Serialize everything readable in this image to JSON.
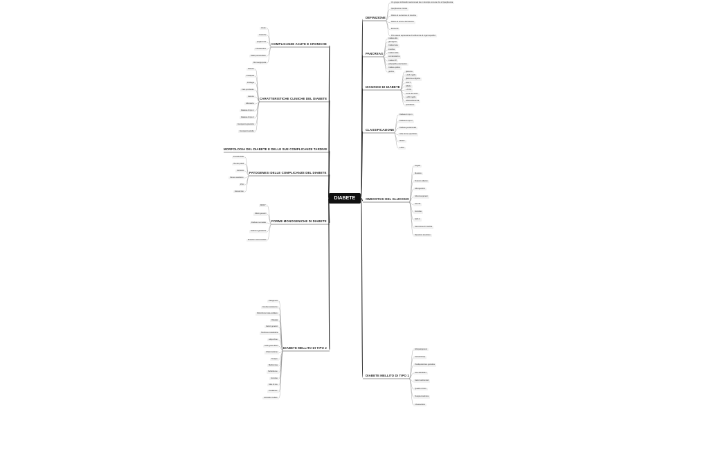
{
  "central": "DIABETE",
  "branches": {
    "right": [
      {
        "label": "DEFINIZIONE",
        "leaves": [
          "Un gruppo di disordini accomunati da un fenotipo comune che è l'iperglicemia",
          "Iperglicemia cronica",
          "Difetto di secrezione di insulina",
          "Difetto di azione dell'insulina",
          "Entrambi",
          "Può essere espressione di sofferenza di organi specifici"
        ]
      },
      {
        "label": "PANCREAS",
        "leaves": [
          "Cellule alfa",
          "glucagone",
          "Cellule beta",
          "insulina",
          "Cellule delta",
          "somatostatina",
          "Cellule PP",
          "polipeptide pancreatico",
          "Cellule epsilon",
          "grelina"
        ]
      },
      {
        "label": "DIAGNOSI DI DIABETE",
        "leaves": [
          "glicemia",
          "≥ 126 mg/dL",
          "glicemia a digiuno",
          "OGTT",
          "HbA1c",
          "≥ 6.5%",
          "curva da carico",
          "≥ 200 mg/dL",
          "ridotta tolleranza",
          "prediabete"
        ]
      },
      {
        "label": "CLASSIFICAZIONE",
        "leaves": [
          "Diabete di tipo 1",
          "Diabete di tipo 2",
          "Diabete gestazionale",
          "Altre forme specifiche",
          "MODY",
          "LADA"
        ]
      },
      {
        "label": "OMEOSTASI DEL GLUCOSIO",
        "leaves": [
          "Fegato",
          "Muscolo",
          "Tessuto adiposo",
          "Glicogenolisi",
          "Gluconeogenesi",
          "GLUT4",
          "Incretine",
          "GLP-1",
          "Secrezione di insulina",
          "Recettore insulinico"
        ]
      },
      {
        "label": "DIABETE MELLITO DI TIPO 1",
        "leaves": [
          "Eziopatogenesi",
          "Autoanticorpi",
          "Predisposizione genetica",
          "HLA DR3/DR4",
          "Fattori ambientali",
          "Quadro clinico",
          "Terapia insulinica",
          "Chetoacidosi"
        ]
      }
    ],
    "left": [
      {
        "label": "COMPLICANZE ACUTE E CRONICHE",
        "leaves": [
          "Acute",
          "Croniche",
          "Ipoglicemia",
          "Chetoacidosi",
          "Stato iperosmolare",
          "Microangiopatia"
        ]
      },
      {
        "label": "CARATTERISTICHE CLINICHE DEL DIABETE",
        "leaves": [
          "Poliuria",
          "Polidipsia",
          "Polifagia",
          "Calo ponderale",
          "Astenia",
          "Glicosuria",
          "Diabete di tipo 1",
          "Diabete di tipo 2",
          "Insorgenza giovanile",
          "Insorgenza adulta"
        ]
      },
      {
        "label": "MORFOLOGIA DEL DIABETE E DELLE SUE COMPLICANZE TARDIVE",
        "leaves": []
      },
      {
        "label": "PATOGENESI DELLE COMPLICANZE DEL DIABETE",
        "leaves": [
          "Prodotti AGE",
          "Via dei polioli",
          "Sorbitolo",
          "Stress ossidativo",
          "PKC",
          "Esosamine"
        ]
      },
      {
        "label": "FORME MONOGENICHE DI DIABETE",
        "leaves": [
          "MODY",
          "Difetti genetici",
          "Diabete neonatale",
          "Sindromi genetiche",
          "Mutazioni mitocondriali"
        ]
      },
      {
        "label": "DIABETE MELLITO DI TIPO 2",
        "leaves": [
          "Patogenesi",
          "Insulino-resistenza",
          "Disfunzione beta-cellulare",
          "Obesità",
          "Fattori genetici",
          "Sindrome metabolica",
          "Adipochine",
          "Acidi grassi liberi",
          "Infiammazione",
          "Terapia",
          "Metformina",
          "Sulfaniluree",
          "Incretine",
          "Stile di vita",
          "Prediabete",
          "Amiloide insulare"
        ]
      }
    ]
  }
}
